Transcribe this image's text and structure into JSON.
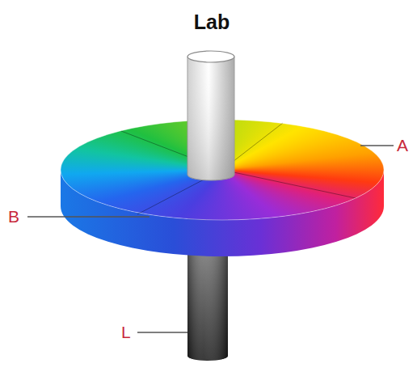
{
  "diagram": {
    "title": "Lab",
    "labels": [
      "A",
      "B",
      "L"
    ]
  }
}
